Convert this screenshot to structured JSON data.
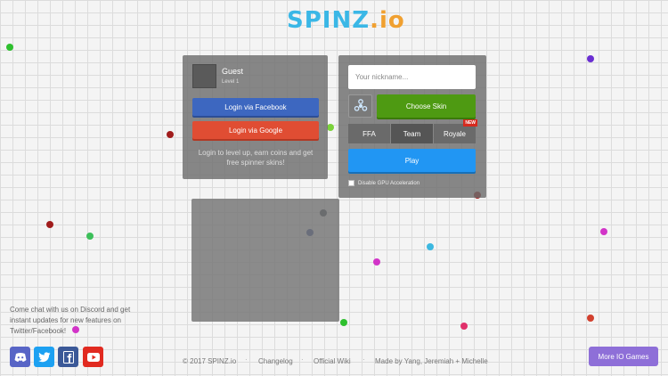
{
  "logo": {
    "part1": "SPINZ",
    "part2": ".io"
  },
  "profile": {
    "name": "Guest",
    "level": "Level 1"
  },
  "login": {
    "facebook": "Login via Facebook",
    "google": "Login via Google",
    "message": "Login to level up, earn coins and get free spinner skins!"
  },
  "game": {
    "nickname_placeholder": "Your nickname...",
    "skin_button": "Choose Skin",
    "modes": [
      "FFA",
      "Team",
      "Royale"
    ],
    "new_badge": "NEW",
    "play": "Play",
    "gpu_label": "Disable GPU Acceleration"
  },
  "chat_text": "Come chat with us on Discord and get instant updates for new features on Twitter/Facebook!",
  "social_icons": [
    "discord-icon",
    "twitter-icon",
    "facebook-icon",
    "youtube-icon"
  ],
  "footer": {
    "copyright": "© 2017 SPINZ.io",
    "changelog": "Changelog",
    "wiki": "Official Wiki",
    "credits": "Made by Yang, Jeremiah + Michelle",
    "separator": "·"
  },
  "more_games": "More IO Games",
  "colors": {
    "facebook": "#3d67c0",
    "google": "#e04d33",
    "skin": "#4e9a12",
    "play": "#2196f3",
    "more_games": "#8e6fd8"
  }
}
